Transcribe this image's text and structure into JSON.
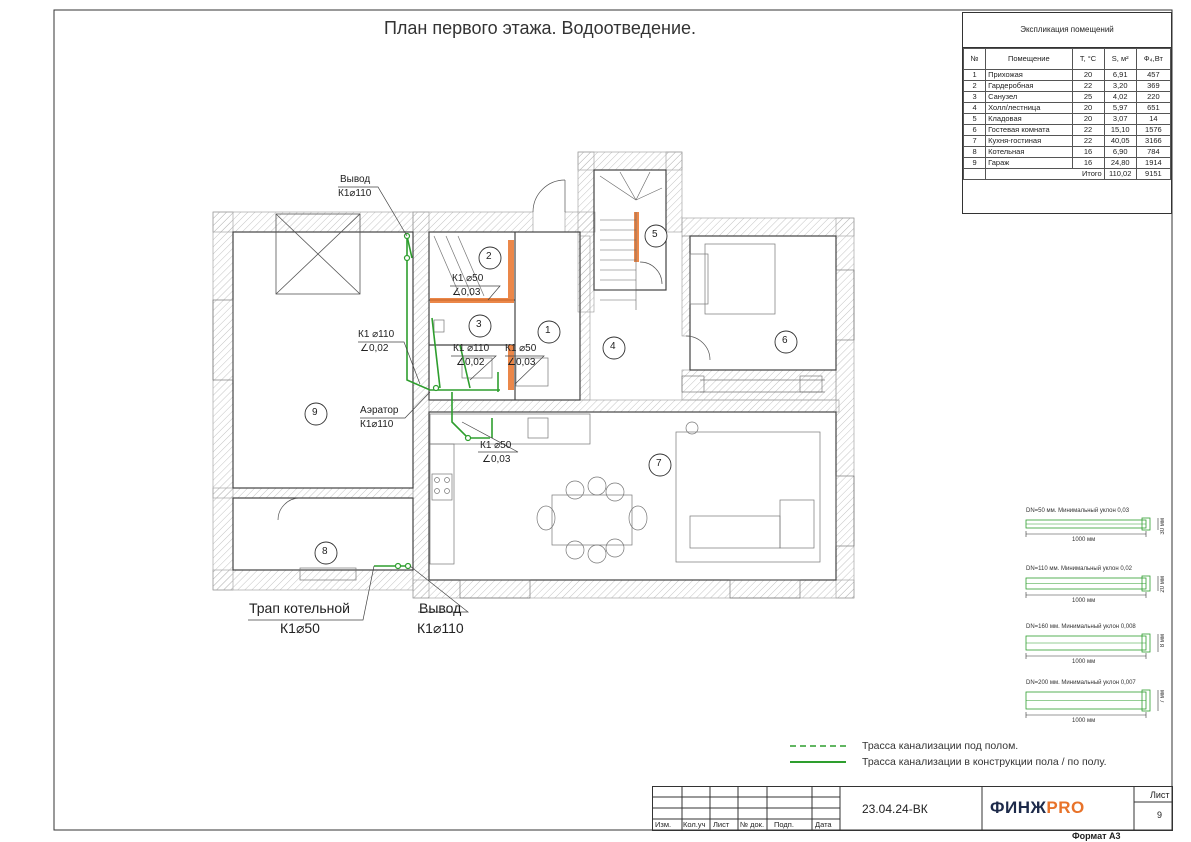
{
  "sheet": {
    "title": "План первого этажа. Водоотведение.",
    "format": "Формат А3"
  },
  "explication": {
    "title": "Экспликация помещений",
    "headers": [
      "№",
      "Помещение",
      "Т, °С",
      "S, м²",
      "Ф₄,Вт"
    ],
    "rows": [
      [
        "1",
        "Прихожая",
        "20",
        "6,91",
        "457"
      ],
      [
        "2",
        "Гардеробная",
        "22",
        "3,20",
        "369"
      ],
      [
        "3",
        "Санузел",
        "25",
        "4,02",
        "220"
      ],
      [
        "4",
        "Холл/лестница",
        "20",
        "5,97",
        "651"
      ],
      [
        "5",
        "Кладовая",
        "20",
        "3,07",
        "14"
      ],
      [
        "6",
        "Гостевая комната",
        "22",
        "15,10",
        "1576"
      ],
      [
        "7",
        "Кухня-гостиная",
        "22",
        "40,05",
        "3166"
      ],
      [
        "8",
        "Котельная",
        "16",
        "6,90",
        "784"
      ],
      [
        "9",
        "Гараж",
        "16",
        "24,80",
        "1914"
      ]
    ],
    "total_label": "Итого",
    "total_area": "110,02",
    "total_power": "9151"
  },
  "rooms": [
    "1",
    "2",
    "3",
    "4",
    "5",
    "6",
    "7",
    "8",
    "9"
  ],
  "labels": {
    "vyvod_top": "Вывод",
    "vyvod_top_d": "К1⌀110",
    "k1_50_a": "К1 ⌀50",
    "k1_50_a_slope": "∠0,03",
    "k1_110_left": "К1 ⌀110",
    "k1_110_left_slope": "∠0,02",
    "k1_110_mid": "К1 ⌀110",
    "k1_110_mid_slope": "∠0,02",
    "k1_50_b": "К1 ⌀50",
    "k1_50_b_slope": "∠0,03",
    "aerator": "Аэратор",
    "aerator_d": "К1⌀110",
    "k1_50_c": "К1 ⌀50",
    "k1_50_c_slope": "∠0,03",
    "trap": "Трап котельной",
    "trap_d": "К1⌀50",
    "vyvod_bottom": "Вывод",
    "vyvod_bottom_d": "К1⌀110"
  },
  "slopes": [
    {
      "caption": "DN=50 мм. Минимальный уклон 0,03",
      "length": "1000 мм",
      "drop": "30 мм"
    },
    {
      "caption": "DN=110 мм. Минимальный уклон 0,02",
      "length": "1000 мм",
      "drop": "20 мм"
    },
    {
      "caption": "DN=160 мм. Минимальный уклон 0,008",
      "length": "1000 мм",
      "drop": "8 мм"
    },
    {
      "caption": "DN=200 мм. Минимальный уклон 0,007",
      "length": "1000 мм",
      "drop": "7 мм"
    }
  ],
  "legend": {
    "dashed": "Трасса канализации под полом.",
    "solid": "Трасса канализации в конструкции пола / по полу."
  },
  "stamp": {
    "cols": [
      "Изм.",
      "Кол.уч",
      "Лист",
      "№ док.",
      "Подп.",
      "Дата"
    ],
    "code": "23.04.24-ВК",
    "logo_main": "ФИНЖ",
    "logo_accent": "PRO",
    "sheet_label": "Лист",
    "sheet_no": "9"
  },
  "colors": {
    "pipe": "#2e9e2e",
    "wall_hatch": "#9a9a9a",
    "accent": "#e8732a",
    "logo_dark": "#1d2a4a"
  }
}
